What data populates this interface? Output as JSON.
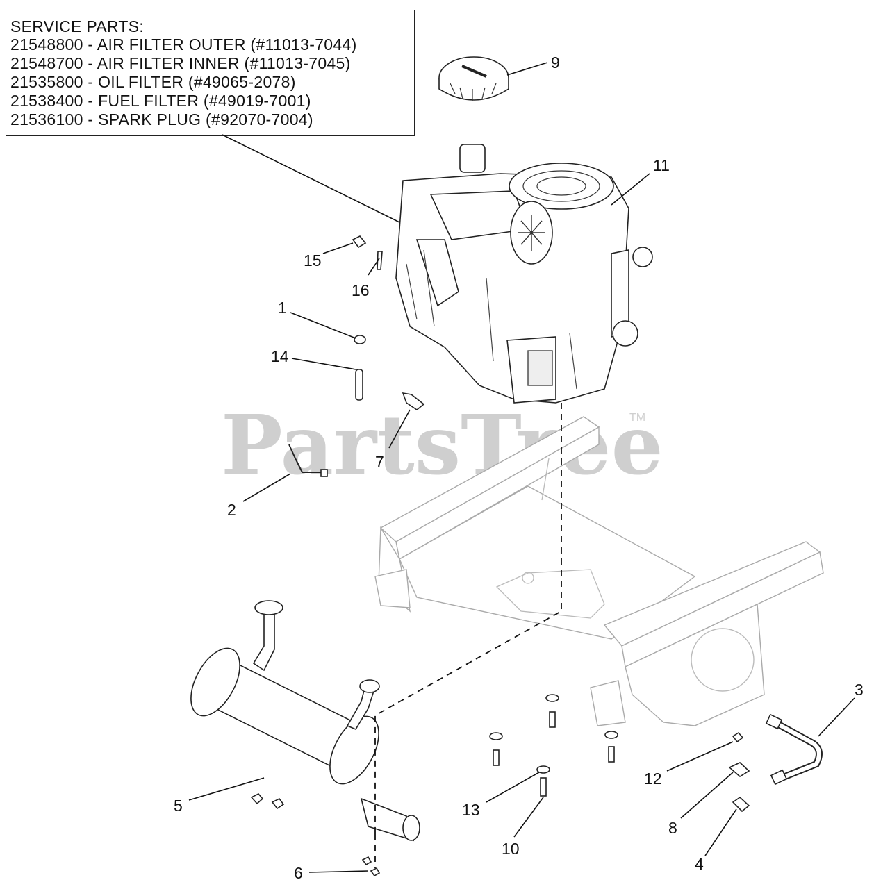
{
  "service_parts": {
    "title": "SERVICE PARTS:",
    "items": [
      "21548800 - AIR FILTER OUTER (#11013-7044)",
      "21548700 - AIR FILTER INNER (#11013-7045)",
      "21535800 - OIL FILTER (#49065-2078)",
      "21538400 - FUEL FILTER (#49019-7001)",
      "21536100 - SPARK PLUG (#92070-7004)"
    ]
  },
  "watermark": {
    "text": "PartsTree",
    "trademark": "TM"
  },
  "callouts": [
    "1",
    "2",
    "3",
    "4",
    "5",
    "6",
    "7",
    "8",
    "9",
    "10",
    "11",
    "12",
    "13",
    "14",
    "15",
    "16"
  ]
}
